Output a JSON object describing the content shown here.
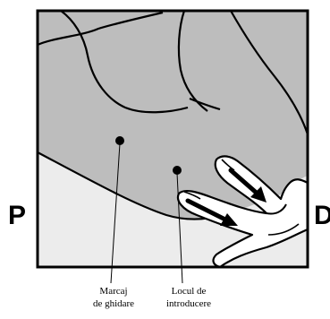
{
  "labels": {
    "left_side": "P",
    "right_side": "D"
  },
  "callouts": {
    "guide_mark": {
      "line1": "Marcaj",
      "line2": "de ghidare"
    },
    "insertion_site": {
      "line1": "Locul de",
      "line2": "introducere"
    }
  },
  "colors": {
    "background_panel": "#ececec",
    "skin": "#bdbdbd",
    "hand": "#ffffff",
    "outline": "#000000"
  }
}
